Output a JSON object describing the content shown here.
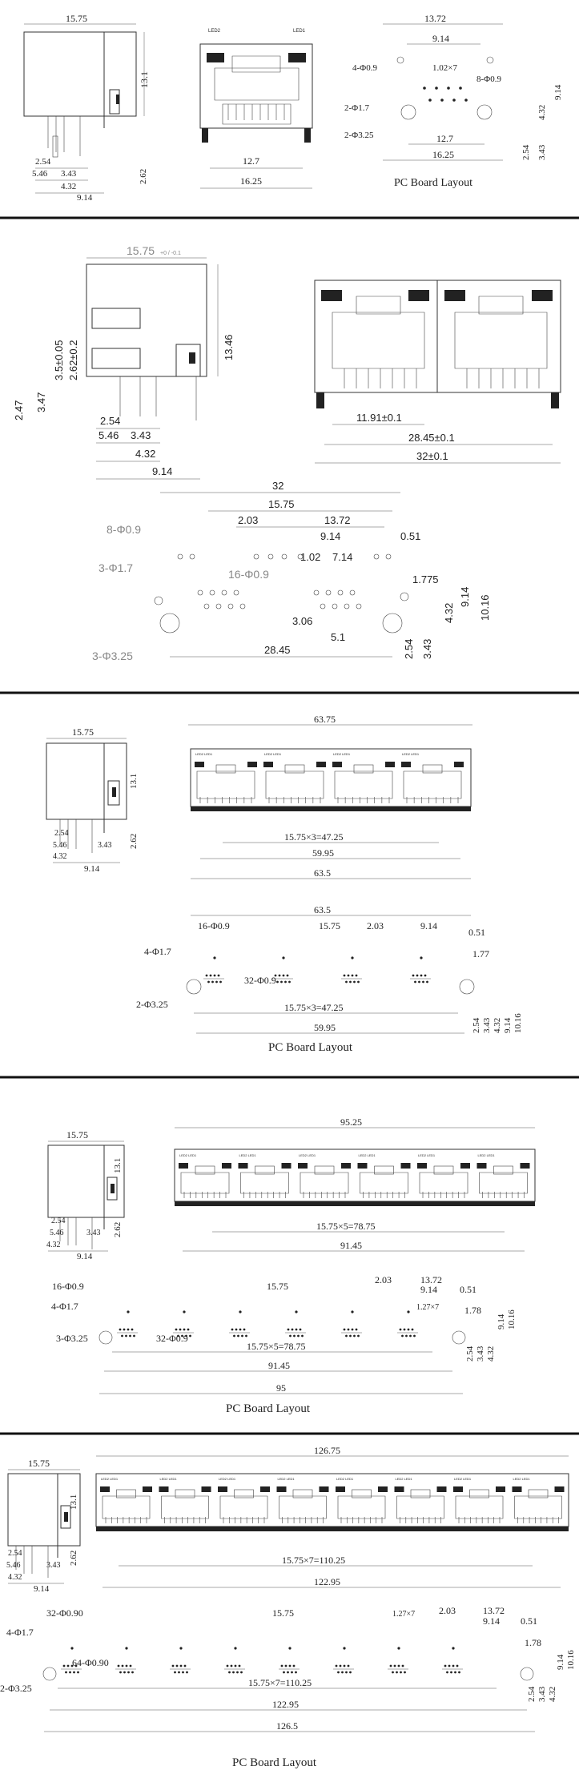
{
  "panels": [
    {
      "side": {
        "w": "15.75",
        "h": "13.1",
        "d1": "2.62",
        "d2": "2.54",
        "d3": "5.46",
        "d4": "3.43",
        "d5": "4.32",
        "d6": "9.14"
      },
      "front": {
        "led_l": "LED2",
        "led_r": "LED1",
        "w1": "12.7",
        "w2": "16.25"
      },
      "pcb": {
        "top": "13.72",
        "a": "9.14",
        "pins": "1.02×7",
        "hole1": "4-Φ0.9",
        "hole2": "8-Φ0.9",
        "hole3": "2-Φ1.7",
        "hole4": "2-Φ3.25",
        "b": "12.7",
        "c": "16.25",
        "v1": "9.14",
        "v2": "4.32",
        "v3": "3.43",
        "v4": "2.54",
        "title": "PC Board Layout"
      }
    },
    {
      "side": {
        "w": "15.75",
        "tol": "+0 / -0.1",
        "h": "13.46",
        "d1": "3.5±0.05",
        "d2": "2.62±0.2",
        "d3": "3.47",
        "d4": "2.47",
        "d5": "2.54",
        "d6": "5.46",
        "d7": "3.43",
        "d8": "4.32",
        "d9": "9.14"
      },
      "front": {
        "w1": "11.91±0.1",
        "w2": "28.45±0.1",
        "w3": "32±0.1"
      },
      "pcb": {
        "top": "32",
        "a": "15.75",
        "b": "2.03",
        "c": "13.72",
        "d": "9.14",
        "e": "0.51",
        "f": "1.02",
        "g": "7.14",
        "h": "1.775",
        "i": "3.06",
        "j": "5.1",
        "k": "28.45",
        "v1": "9.14",
        "v2": "10.16",
        "v3": "4.32",
        "v4": "2.54",
        "v5": "3.43",
        "hole1": "8-Φ0.9",
        "hole2": "3-Φ1.7",
        "hole3": "16-Φ0.9",
        "hole4": "3-Φ3.25"
      }
    },
    {
      "side": {
        "w": "15.75",
        "h": "13.1",
        "d1": "2.62",
        "d2": "2.54",
        "d3": "5.46",
        "d4": "3.43",
        "d5": "4.32",
        "d6": "9.14"
      },
      "front": {
        "w0": "63.75",
        "w1": "15.75×3=47.25",
        "w2": "59.95",
        "w3": "63.5"
      },
      "pcb": {
        "top": "63.5",
        "a": "15.75",
        "b": "2.03",
        "c": "9.14",
        "d": "0.51",
        "e": "1.77",
        "hole1": "16-Φ0.9",
        "hole2": "4-Φ1.7",
        "hole3": "32-Φ0.9",
        "hole4": "2-Φ3.25",
        "pitch": "15.75×3=47.25",
        "b2": "59.95",
        "v1": "2.54",
        "v2": "3.43",
        "v3": "4.32",
        "v4": "9.14",
        "v5": "10.16",
        "title": "PC Board Layout"
      }
    },
    {
      "side": {
        "w": "15.75",
        "h": "13.1",
        "d1": "2.62",
        "d2": "2.54",
        "d3": "5.46",
        "d4": "3.43",
        "d5": "4.32",
        "d6": "9.14"
      },
      "front": {
        "w0": "95.25",
        "w1": "15.75×5=78.75",
        "w2": "91.45"
      },
      "pcb": {
        "hole1": "16-Φ0.9",
        "a": "15.75",
        "b": "2.03",
        "c": "13.72",
        "d": "9.14",
        "e": "0.51",
        "hole2": "4-Φ1.7",
        "pins": "1.27×7",
        "f": "1.78",
        "hole3": "3-Φ3.25",
        "hole4": "32-Φ0.9",
        "pitch": "15.75×5=78.75",
        "b2": "91.45",
        "b3": "95",
        "v1": "2.54",
        "v2": "3.43",
        "v3": "4.32",
        "v4": "9.14",
        "v5": "10.16",
        "title": "PC Board Layout"
      }
    },
    {
      "side": {
        "w": "15.75",
        "h": "13.1",
        "d1": "2.62",
        "d2": "2.54",
        "d3": "5.46",
        "d4": "3.43",
        "d5": "4.32",
        "d6": "9.14"
      },
      "front": {
        "w0": "126.75",
        "w1": "15.75×7=110.25",
        "w2": "122.95"
      },
      "pcb": {
        "hole1": "32-Φ0.90",
        "a": "15.75",
        "pins": "1.27×7",
        "b": "2.03",
        "c": "13.72",
        "d": "9.14",
        "e": "0.51",
        "hole2": "4-Φ1.7",
        "f": "1.78",
        "hole3": "64-Φ0.90",
        "hole4": "2-Φ3.25",
        "pitch": "15.75×7=110.25",
        "b2": "122.95",
        "b3": "126.5",
        "v1": "2.54",
        "v2": "3.43",
        "v3": "4.32",
        "v4": "9.14",
        "v5": "10.16",
        "title": "PC Board Layout"
      }
    }
  ],
  "led_tag": "LED2 LED1"
}
